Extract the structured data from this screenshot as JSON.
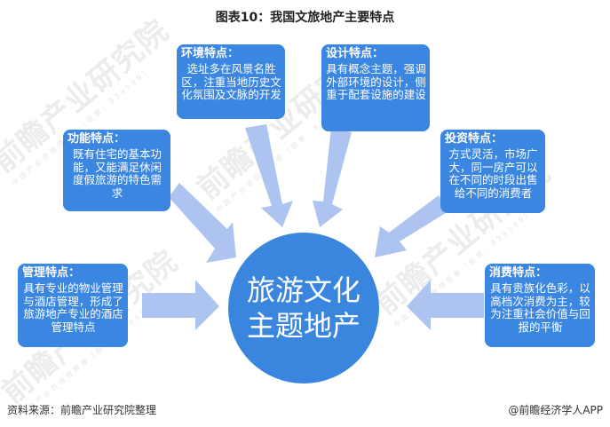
{
  "title": "图表10：我国文旅地产主要特点",
  "center": {
    "label": "旅游文化主题地产"
  },
  "features": [
    {
      "id": "environment",
      "heading": "环境特点：",
      "text": "选址多在风景名胜区，注重当地历史文化氛围及文脉的开发"
    },
    {
      "id": "design",
      "heading": "设计特点：",
      "text": "具有概念主题，强调外部环境的设计，侧重于配套设施的建设"
    },
    {
      "id": "function",
      "heading": "功能特点：",
      "text": "既有住宅的基本功能，又能满足休闲度假旅游的特色需求"
    },
    {
      "id": "investment",
      "heading": "投资特点：",
      "text": "方式灵活，市场广大，同一房产可以在不同的时段出售给不同的消费者"
    },
    {
      "id": "management",
      "heading": "管理特点：",
      "text": "具有专业的物业管理与酒店管理，形成了旅游地产专业的酒店管理特点"
    },
    {
      "id": "consumption",
      "heading": "消费特点：",
      "text": "具有贵族化色彩，以高档次消费为主，较为注重社会价值与回报的平衡"
    }
  ],
  "colors": {
    "box": "#3b86e0",
    "circle": "#3a86df",
    "arrow": "#aec4f0"
  },
  "watermark": {
    "main": "前瞻产业研究院",
    "sub": "中国产业咨询领导者（股票：839599）"
  },
  "footer": {
    "source": "资料来源：前瞻产业研究院整理",
    "brand": "@前瞻经济学人APP"
  }
}
